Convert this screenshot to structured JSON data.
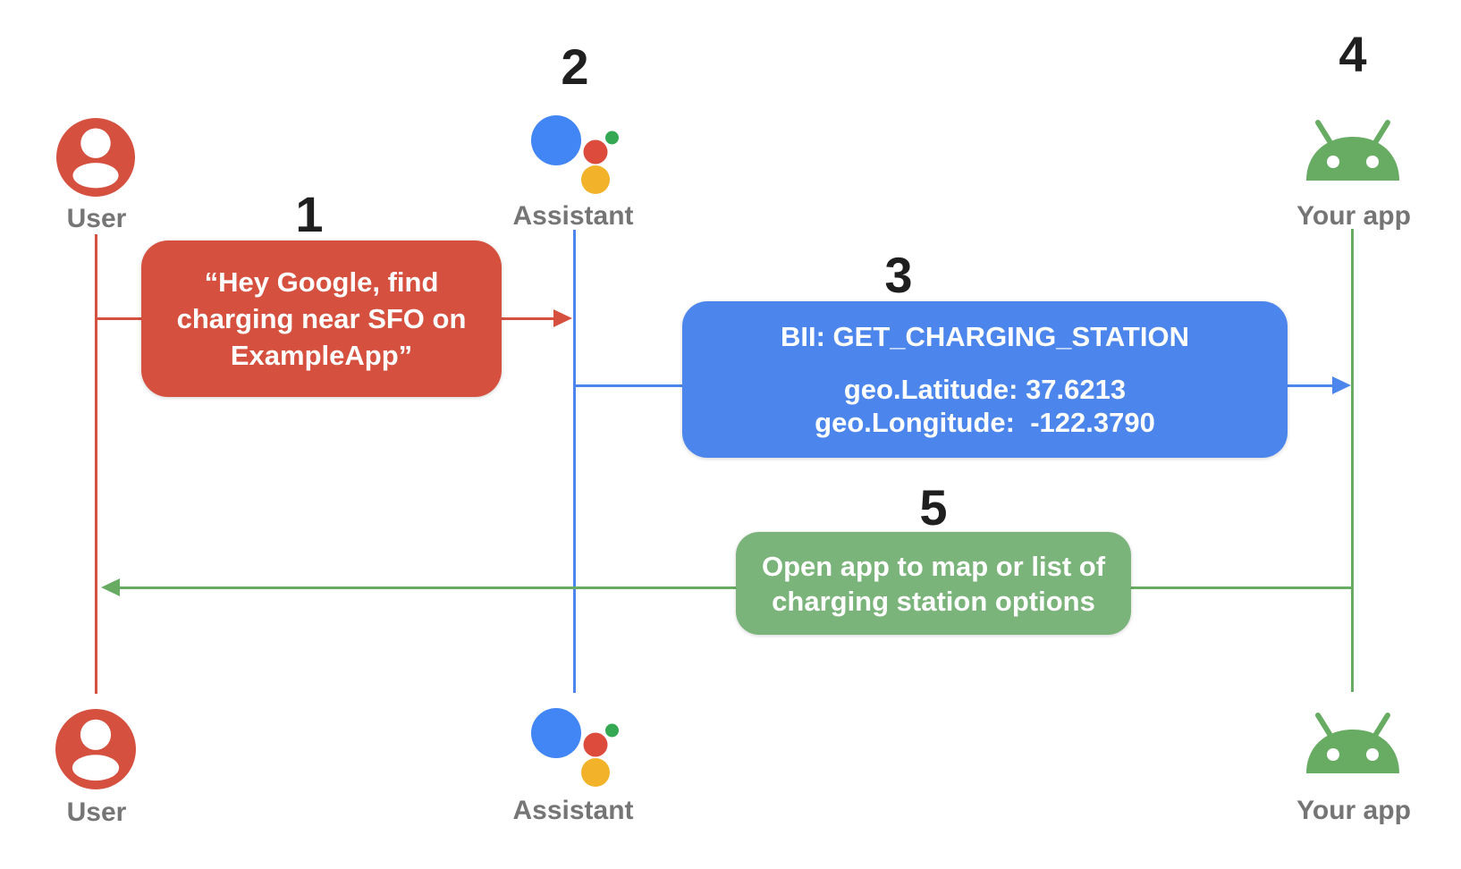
{
  "colors": {
    "red": "#d5503e",
    "blue": "#4c86ec",
    "green_bubble": "#7ab47a",
    "android_green": "#68ab63",
    "assistant_blue": "#4285f4",
    "assistant_red": "#dd4b3c",
    "assistant_yellow": "#f2b32a",
    "assistant_green": "#34a853",
    "label_gray": "#757575",
    "number_black": "#1f1f1f",
    "background": "#ffffff"
  },
  "actors": {
    "user_top": "User",
    "assistant_top": "Assistant",
    "app_top": "Your app",
    "user_bottom": "User",
    "assistant_bottom": "Assistant",
    "app_bottom": "Your app"
  },
  "steps": {
    "s1": {
      "number": "1",
      "lines": [
        "“Hey Google, find",
        "charging near SFO on",
        "ExampleApp”"
      ]
    },
    "s2": {
      "number": "2"
    },
    "s3": {
      "number": "3",
      "title": "BII: GET_CHARGING_STATION",
      "params": [
        "geo.Latitude: 37.6213",
        "geo.Longitude:  -122.3790"
      ]
    },
    "s4": {
      "number": "4"
    },
    "s5": {
      "number": "5",
      "lines": [
        "Open app to map or list of",
        "charging station options"
      ]
    }
  }
}
